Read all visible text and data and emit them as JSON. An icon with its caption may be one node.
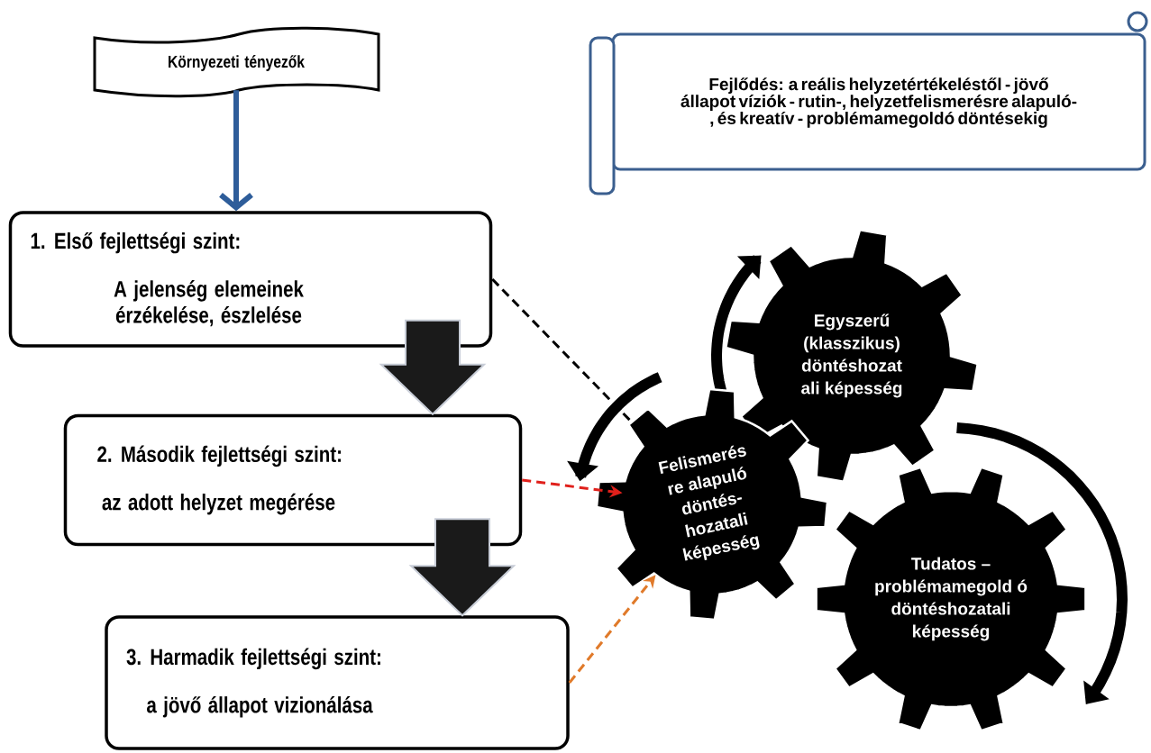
{
  "diagram": {
    "nodes": [
      {
        "text": [
          "Környezeti tényezők"
        ]
      },
      {
        "text": [
          "Fejlődés: a reális helyzetértékeléstől - jövő állapot víziók - rutin-, helyzetfelismerésre alapuló-, és kreatív - problémamegoldó döntésekig"
        ]
      },
      {
        "text": [
          "1. Első fejlettségi szint:",
          "A jelenség elemeinek érzékelése, észlelése"
        ]
      },
      {
        "text": [
          "2. Második fejlettségi szint:",
          "az adott helyzet megérése"
        ]
      },
      {
        "text": [
          "3. Harmadik fejlettségi szint:",
          "a jövő állapot vizionálása"
        ]
      },
      {
        "text": [
          "Egyszerű (klasszikus) döntéshozat ali képesség"
        ]
      },
      {
        "text": [
          "Felismerés re alapuló döntés- hozatali képesség"
        ]
      },
      {
        "text": [
          "Tudatos – problémamegold ó döntéshozatali képesség"
        ]
      }
    ],
    "edges": [
      {
        "from": 0,
        "to": 2,
        "arrow": "to",
        "style": "thick",
        "color": "#2e5d9a"
      },
      {
        "from": 2,
        "to": 3,
        "arrow": "to",
        "style": "thick"
      },
      {
        "from": 3,
        "to": 4,
        "arrow": "to",
        "style": "thick"
      },
      {
        "from": 2,
        "to": 6,
        "arrow": "none",
        "style": "dashed",
        "color": "#000000"
      },
      {
        "from": 3,
        "to": 6,
        "arrow": "to",
        "style": "dashed",
        "color": "#e0201b"
      },
      {
        "from": 4,
        "to": 6,
        "arrow": "to",
        "style": "dashed",
        "color": "#e07a2a"
      }
    ]
  }
}
